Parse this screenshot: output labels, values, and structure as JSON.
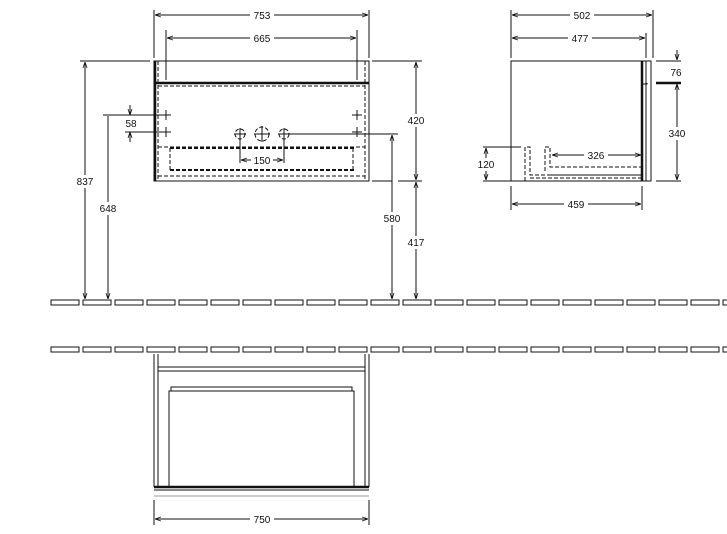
{
  "units": "mm",
  "front_view": {
    "overall_width": "753",
    "mount_hole_spacing": "665",
    "total_height": "837",
    "mount_hole_height": "648",
    "mount_hole_vertical_spacing": "58",
    "tap_hole_spacing": "150",
    "tap_height": "580",
    "unit_height": "420",
    "floor_clearance": "417"
  },
  "side_view": {
    "overall_depth": "502",
    "cabinet_depth": "477",
    "top_thickness": "76",
    "cabinet_height": "340",
    "siphon_height": "120",
    "drawer_depth": "326",
    "inner_depth": "459"
  },
  "plan_view": {
    "width": "750"
  }
}
